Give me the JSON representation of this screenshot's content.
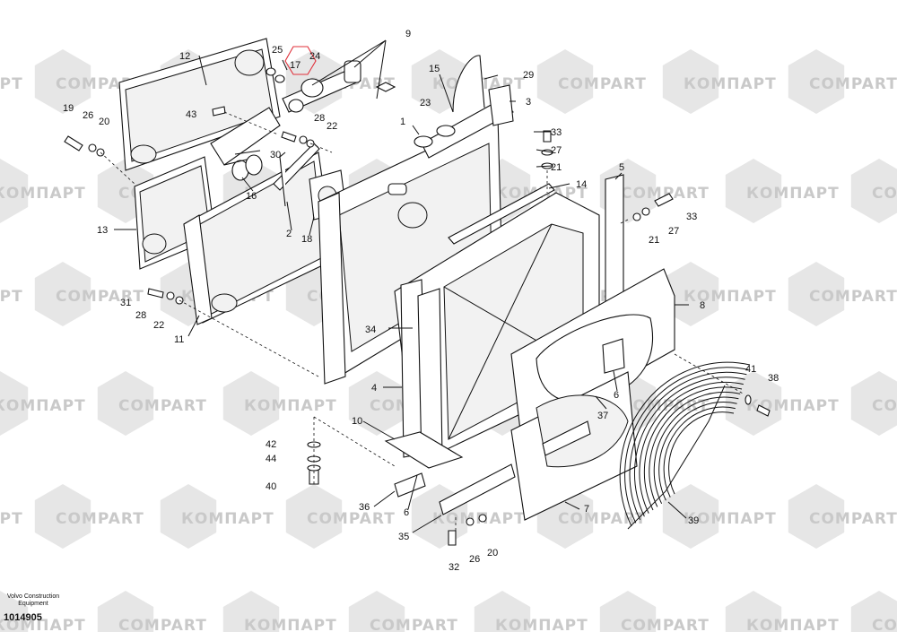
{
  "watermark": {
    "text_latin": "COMPART",
    "text_cyrillic": "КОМПАРТ"
  },
  "callouts": [
    "1",
    "2",
    "3",
    "4",
    "5",
    "6",
    "7",
    "8",
    "9",
    "10",
    "11",
    "12",
    "13",
    "14",
    "15",
    "16",
    "17",
    "18",
    "19",
    "20",
    "21",
    "22",
    "23",
    "24",
    "25",
    "26",
    "27",
    "28",
    "29",
    "30",
    "31",
    "32",
    "33",
    "34",
    "35",
    "36",
    "37",
    "38",
    "39",
    "40",
    "41",
    "42",
    "43",
    "44"
  ],
  "footer": {
    "manufacturer_line1": "Volvo Construction",
    "manufacturer_line2": "Equipment",
    "drawing_number": "1014905"
  },
  "highlight": {
    "color": "#e0303a"
  }
}
